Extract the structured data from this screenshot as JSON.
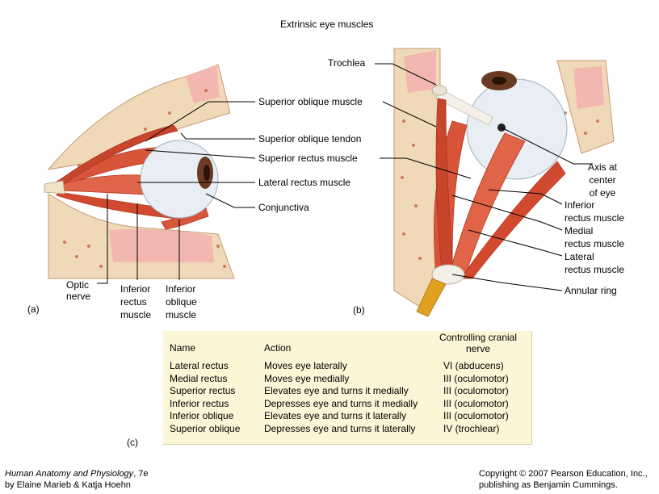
{
  "title": "Extrinsic eye muscles",
  "panel_a": {
    "letter": "(a)",
    "labels": {
      "trochlea": "Trochlea",
      "superior_oblique_muscle": "Superior oblique muscle",
      "superior_oblique_tendon": "Superior oblique tendon",
      "superior_rectus_muscle": "Superior rectus muscle",
      "lateral_rectus_muscle": "Lateral rectus muscle",
      "conjunctiva": "Conjunctiva",
      "optic_nerve": [
        "Optic",
        "nerve"
      ],
      "inferior_rectus_muscle": [
        "Inferior",
        "rectus",
        "muscle"
      ],
      "inferior_oblique_muscle": [
        "Inferior",
        "oblique",
        "muscle"
      ]
    }
  },
  "panel_b": {
    "letter": "(b)",
    "labels": {
      "axis_at_center": [
        "Axis at",
        "center",
        "of eye"
      ],
      "inferior_rectus_muscle": [
        "Inferior",
        "rectus muscle"
      ],
      "medial_rectus_muscle": [
        "Medial",
        "rectus muscle"
      ],
      "lateral_rectus_muscle": [
        "Lateral",
        "rectus muscle"
      ],
      "annular_ring": "Annular ring"
    }
  },
  "panel_c": {
    "letter": "(c)",
    "headers": {
      "name": "Name",
      "action": "Action",
      "nerve": [
        "Controlling cranial",
        "nerve"
      ]
    },
    "rows": [
      {
        "name": "Lateral rectus",
        "action": "Moves eye laterally",
        "nerve": "VI (abducens)"
      },
      {
        "name": "Medial rectus",
        "action": "Moves eye medially",
        "nerve": "III (oculomotor)"
      },
      {
        "name": "Superior rectus",
        "action": "Elevates eye and turns it medially",
        "nerve": "III (oculomotor)"
      },
      {
        "name": "Inferior rectus",
        "action": "Depresses eye and turns it medially",
        "nerve": "III (oculomotor)"
      },
      {
        "name": "Inferior oblique",
        "action": "Elevates eye and turns it laterally",
        "nerve": "III (oculomotor)"
      },
      {
        "name": "Superior oblique",
        "action": "Depresses eye and turns it laterally",
        "nerve": "IV (trochlear)"
      }
    ]
  },
  "credits": {
    "book_title": "Human Anatomy and Physiology",
    "book_edition": ", 7e",
    "authors": "by Elaine Marieb & Katja Hoehn",
    "copyright_line1": "Copyright © 2007 Pearson Education, Inc.,",
    "copyright_line2": "publishing as Benjamin Cummings."
  },
  "colors": {
    "muscle": "#d9553a",
    "muscle_dark": "#b23a22",
    "bone": "#f0d9b8",
    "bone_dot": "#c9604a",
    "sclera": "#e8eef3",
    "iris": "#6b3a22",
    "tendon": "#f4f0e8",
    "nerve": "#e0a020",
    "table_bg": "#fcf6d6"
  }
}
